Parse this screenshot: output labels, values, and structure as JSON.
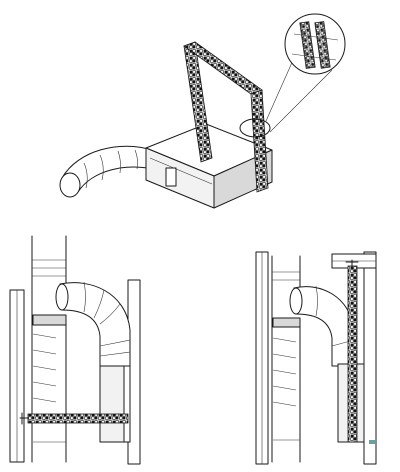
{
  "figure": {
    "views": [
      {
        "id": "isometric",
        "description_key": "isometric-installation-view"
      },
      {
        "id": "horizontal-hanger",
        "description_key": "front-view-horizontal-hanger"
      },
      {
        "id": "vertical-hanger",
        "description_key": "front-view-vertical-hanger"
      }
    ],
    "colors": {
      "line": "#1a1a1a",
      "fill": "#ffffff",
      "shade": "#d9d9d9",
      "background": "#ffffff"
    }
  }
}
